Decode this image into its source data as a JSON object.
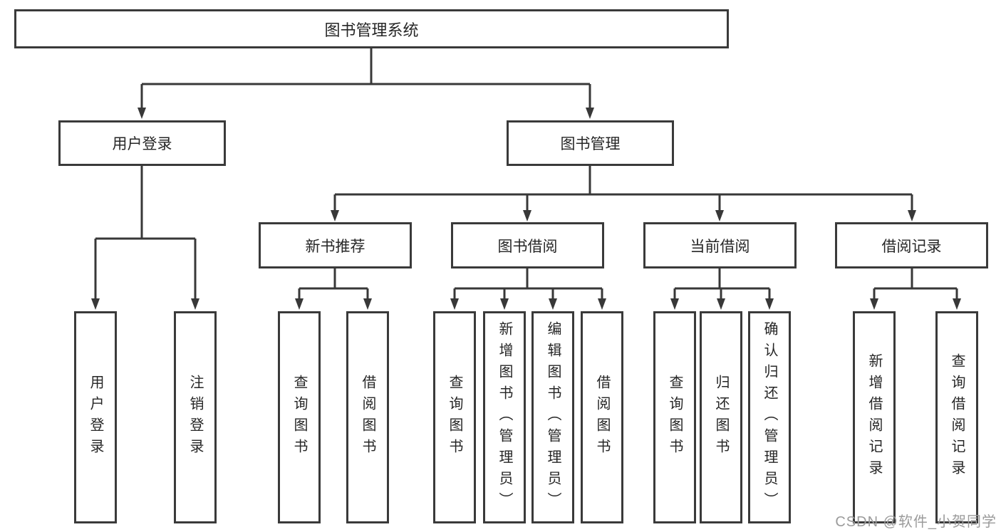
{
  "diagram": {
    "title": "图书管理系统",
    "level2": {
      "user_login": "用户登录",
      "book_mgmt": "图书管理"
    },
    "level3": {
      "new_books": "新书推荐",
      "book_borrow": "图书借阅",
      "current_borrow": "当前借阅",
      "borrow_records": "借阅记录"
    },
    "leaves": {
      "user_login": "用户登录",
      "logout": "注销登录",
      "rec_query_book": "查询图书",
      "rec_borrow_book": "借阅图书",
      "bb_query_book": "查询图书",
      "bb_add_book": "新增图书（管理员）",
      "bb_edit_book": "编辑图书（管理员）",
      "bb_borrow_book": "借阅图书",
      "cb_query_book": "查询图书",
      "cb_return_book": "归还图书",
      "cb_confirm_return": "确认归还（管理员）",
      "br_add_record": "新增借阅记录",
      "br_query_record": "查询借阅记录"
    }
  },
  "watermark": "CSDN @软件_小贺同学",
  "colors": {
    "line": "#383838",
    "box_border": "#3a3a3a",
    "text": "#262626",
    "watermark": "#9b9b9b",
    "background": "#ffffff"
  }
}
